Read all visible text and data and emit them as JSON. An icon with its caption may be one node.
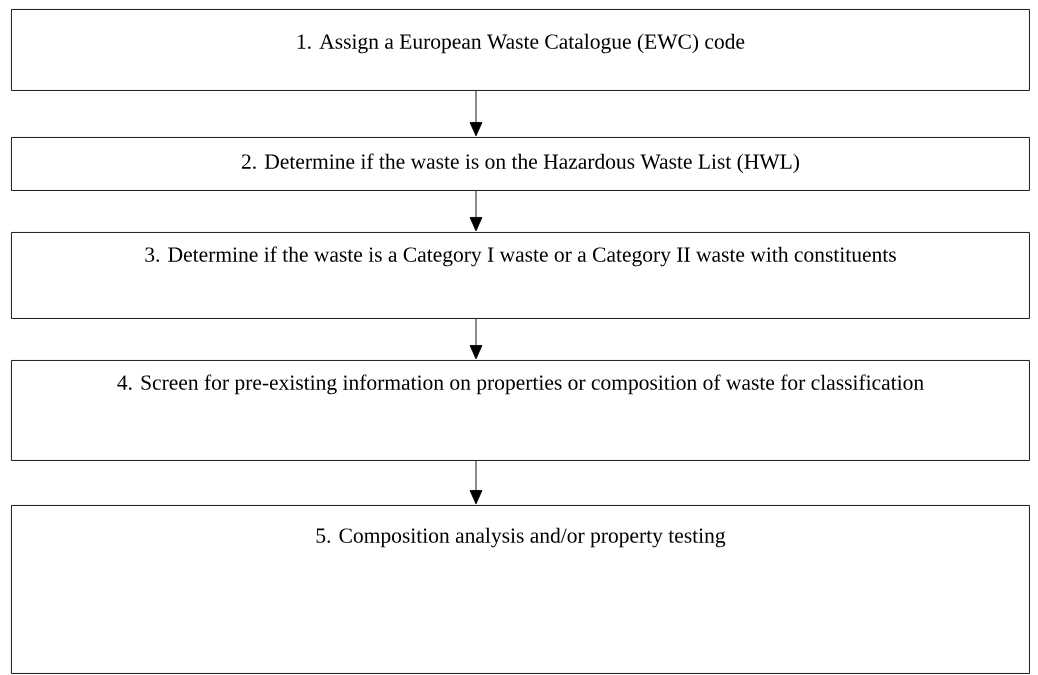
{
  "diagram": {
    "nodes": [
      {
        "text": [
          "1. Assign a European Waste Catalogue (EWC) code"
        ]
      },
      {
        "text": [
          "2. Determine if the waste is on the Hazardous Waste List (HWL)"
        ]
      },
      {
        "text": [
          "3. Determine if the waste is a Category I waste or a Category II waste with constituents"
        ]
      },
      {
        "text": [
          "4. Screen for pre-existing information on properties or composition of waste for classification"
        ]
      },
      {
        "text": [
          "5. Composition analysis and/or property testing"
        ]
      }
    ],
    "edges": [
      {
        "from": 0,
        "to": 1,
        "arrow": "to"
      },
      {
        "from": 1,
        "to": 2,
        "arrow": "to"
      },
      {
        "from": 2,
        "to": 3,
        "arrow": "to"
      },
      {
        "from": 3,
        "to": 4,
        "arrow": "to"
      }
    ]
  }
}
